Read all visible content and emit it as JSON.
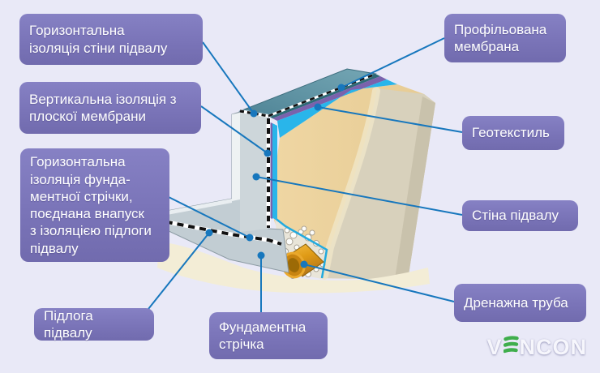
{
  "colors": {
    "background": "#e9e9f7",
    "label_box": "#7a74b8",
    "leader_line": "#1777bd",
    "wall_concrete": "#c2cdd3",
    "wall_cap_teal": "#5b8fa0",
    "profiled_membrane_purple": "#7a62ac",
    "geotextile_cyan": "#29b5ea",
    "soil_tan": "#ecd3a0",
    "drain_pipe_orange": "#d98f13",
    "logo_green": "#3fae4c"
  },
  "labels": {
    "horizontal_wall_insulation": "Горизонтальна\nізоляція стіни підвалу",
    "vertical_insulation": "Вертикальна ізоляція з\nплоскої мембрани",
    "horizontal_strip_insulation": "Горизонтальна\nізоляція фунда-\nментної стрічки,\nпоєднана внапуск\nз ізоляцією підлоги\nпідвалу",
    "basement_floor": "Підлога підвалу",
    "foundation_strip": "Фундаментна\nстрічка",
    "profiled_membrane": "Профільована\nмембрана",
    "geotextile": "Геотекстиль",
    "basement_wall": "Стіна підвалу",
    "drainage_pipe": "Дренажна труба"
  },
  "logo": {
    "prefix": "V",
    "suffix": "NCON"
  }
}
